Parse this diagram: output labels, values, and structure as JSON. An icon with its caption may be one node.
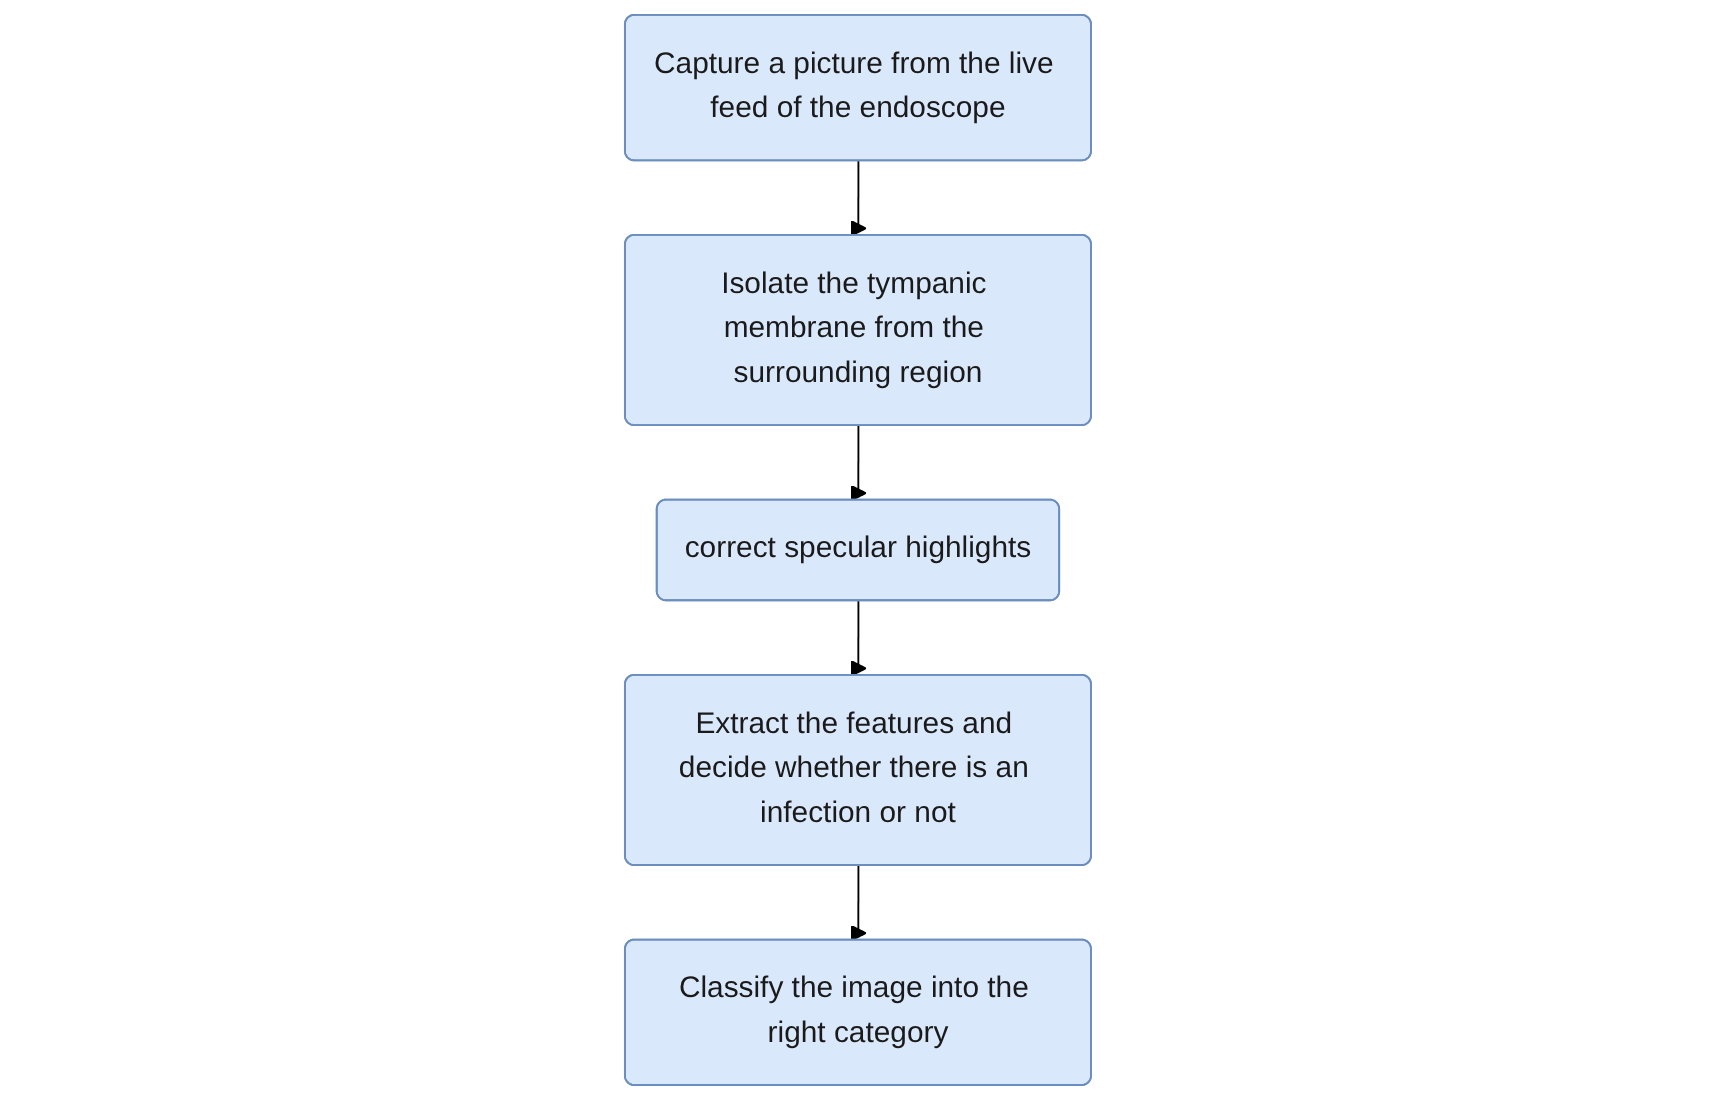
{
  "diagram": {
    "nodes": [
      {
        "text": [
          "Capture a picture from the live feed of the endoscope"
        ]
      },
      {
        "text": [
          "Isolate the tympanic membrane from the surrounding region"
        ]
      },
      {
        "text": [
          "correct specular highlights"
        ]
      },
      {
        "text": [
          "Extract the features and decide whether there is an infection or not"
        ]
      },
      {
        "text": [
          "Classify the image into the right category"
        ]
      }
    ],
    "edges": [
      {
        "from": 0,
        "to": 1,
        "arrow": "to"
      },
      {
        "from": 1,
        "to": 2,
        "arrow": "to"
      },
      {
        "from": 2,
        "to": 3,
        "arrow": "to"
      },
      {
        "from": 3,
        "to": 4,
        "arrow": "to"
      }
    ]
  }
}
